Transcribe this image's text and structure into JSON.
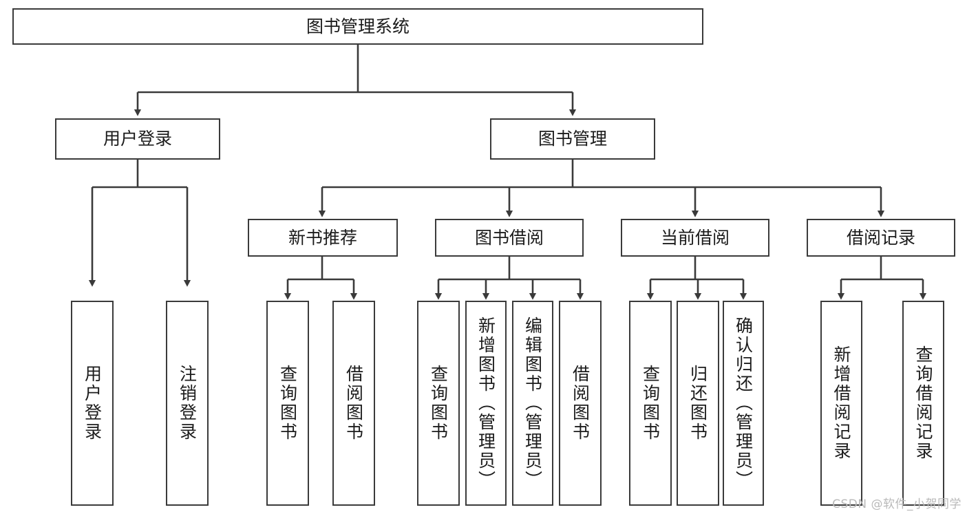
{
  "diagram": {
    "title": "图书管理系统",
    "type": "tree-hierarchy-chart",
    "root": {
      "label": "图书管理系统"
    },
    "level1": [
      {
        "label": "用户登录"
      },
      {
        "label": "图书管理"
      }
    ],
    "level2": [
      {
        "label": "新书推荐"
      },
      {
        "label": "图书借阅"
      },
      {
        "label": "当前借阅"
      },
      {
        "label": "借阅记录"
      }
    ],
    "leaves": {
      "user_login": [
        {
          "label": "用户登录"
        },
        {
          "label": "注销登录"
        }
      ],
      "new_book": [
        {
          "label": "查询图书"
        },
        {
          "label": "借阅图书"
        }
      ],
      "book_borrow": [
        {
          "label": "查询图书"
        },
        {
          "label": "新增图书（管理员）"
        },
        {
          "label": "编辑图书（管理员）"
        },
        {
          "label": "借阅图书"
        }
      ],
      "current_borrow": [
        {
          "label": "查询图书"
        },
        {
          "label": "归还图书"
        },
        {
          "label": "确认归还（管理员）"
        }
      ],
      "borrow_record": [
        {
          "label": "新增借阅记录"
        },
        {
          "label": "查询借阅记录"
        }
      ]
    }
  },
  "watermark": {
    "text": "CSDN @软件_小贺同学"
  },
  "colors": {
    "stroke": "#3a3a3a",
    "text": "#1b1b1b",
    "background": "#ffffff",
    "watermark": "#b9b9b9"
  }
}
